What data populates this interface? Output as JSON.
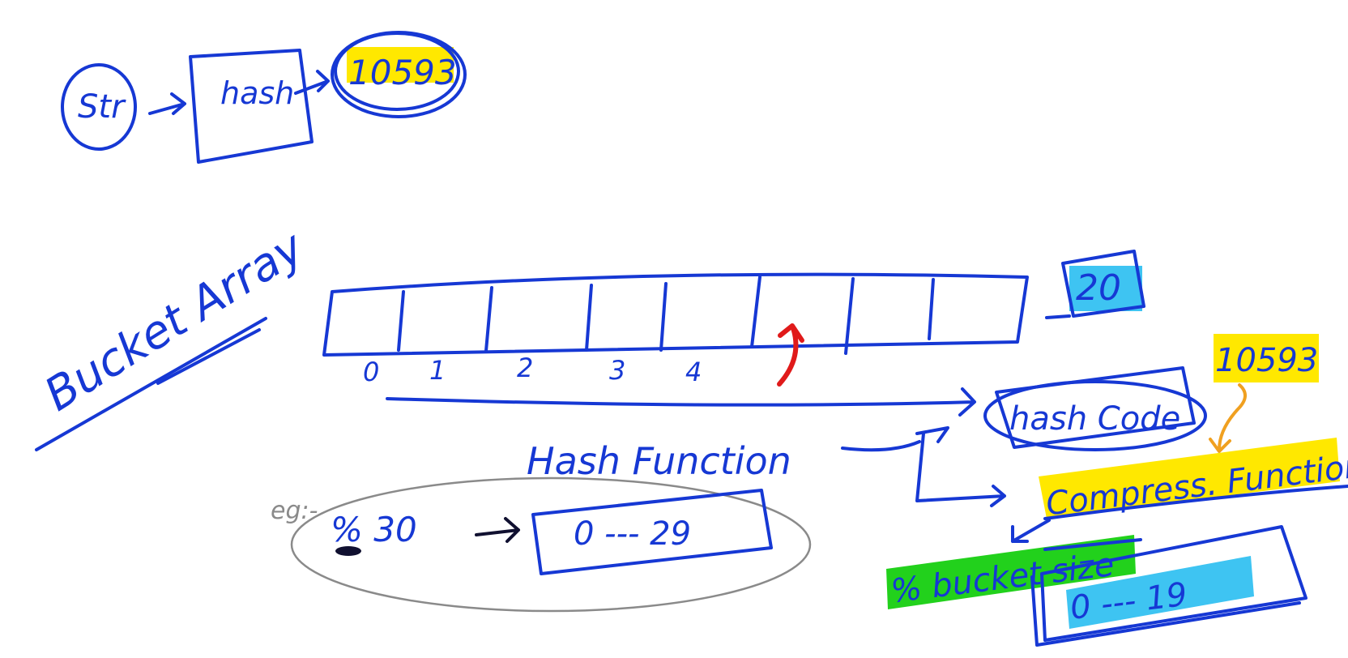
{
  "colors": {
    "ink_blue": "#1638d4",
    "ink_red": "#e01a1a",
    "ink_orange": "#f0a020",
    "ink_gray": "#8a8a8a",
    "ink_black": "#101030",
    "highlight_yellow": "#ffe800",
    "highlight_cyan": "#3ec4f2",
    "highlight_green": "#22d11c"
  },
  "top_flow": {
    "input_label": "Str",
    "box_label": "hash",
    "output_value": "10593"
  },
  "bucket_array": {
    "title": "Bucket Array",
    "indices": [
      "0",
      "1",
      "2",
      "3",
      "4"
    ],
    "size": "20"
  },
  "hash_function": {
    "title": "Hash Function",
    "hash_code_label": "hash Code",
    "hash_code_value": "10593",
    "compression_label": "Compress. Function",
    "mod_label": "% bucket size",
    "range_label": "0 --- 19"
  },
  "example": {
    "prefix": "eg:-",
    "operation": "% 30",
    "range": "0 --- 29"
  }
}
